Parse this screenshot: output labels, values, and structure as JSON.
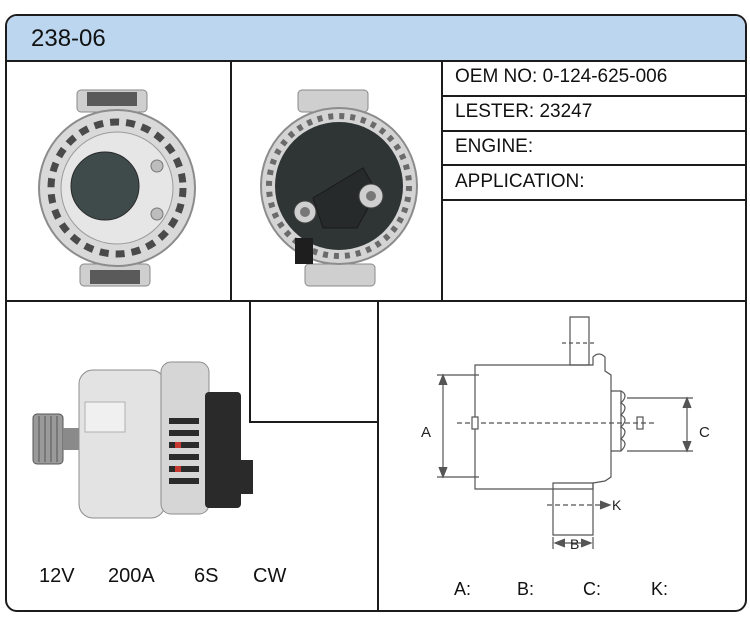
{
  "header": {
    "title": "238-06"
  },
  "info": {
    "oem_label": "OEM NO:",
    "oem_value": "0-124-625-006",
    "lester_label": "LESTER:",
    "lester_value": "23247",
    "engine_label": "ENGINE:",
    "engine_value": "",
    "application_label": "APPLICATION:",
    "application_value": ""
  },
  "specs": {
    "voltage": "12V",
    "amperage": "200A",
    "pulley": "6S",
    "rotation": "CW"
  },
  "dimensions": {
    "diagram": {
      "a": "A",
      "b": "B",
      "c": "C",
      "k": "K"
    },
    "a_label": "A:",
    "b_label": "B:",
    "c_label": "C:",
    "k_label": "K:"
  },
  "colors": {
    "header_bg": "#bcd6f0",
    "border": "#1c1c1c",
    "diagram_line": "#555555"
  },
  "icons": {
    "front": "alternator-front-view-photo",
    "rear": "alternator-rear-view-photo",
    "side": "alternator-side-view-photo"
  }
}
